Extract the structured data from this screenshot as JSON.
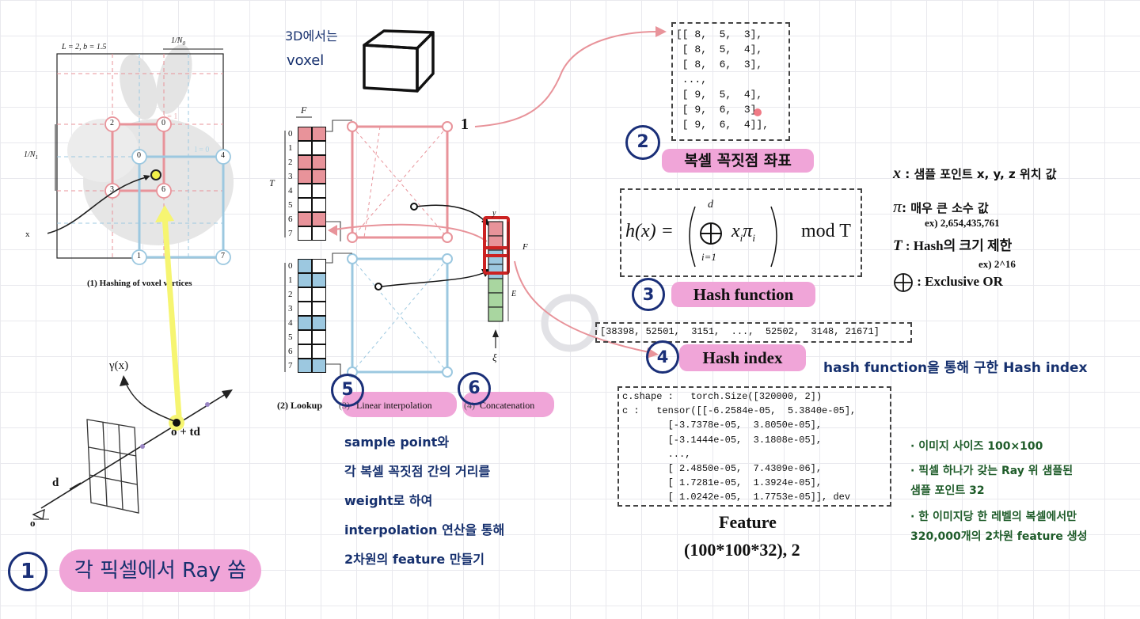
{
  "figure_left": {
    "params": "L = 2,  b = 1.5",
    "top_label": "1/N",
    "top_label_sub": "0",
    "side_label": "1/N",
    "side_label_sub": "1",
    "level1": "l = 1",
    "level0": "l = 0",
    "red_vertices": [
      "2",
      "0",
      "3",
      "6"
    ],
    "blue_vertices": [
      "0",
      "4",
      "1",
      "7"
    ],
    "point_x": "x",
    "caption": "(1) Hashing of voxel vertices"
  },
  "ray_figure": {
    "gamma": "γ(x)",
    "o_td": "o + td",
    "d": "d",
    "o": "o"
  },
  "table_figure": {
    "F": "F",
    "T": "T",
    "red_indices": [
      "0",
      "1",
      "2",
      "3",
      "4",
      "5",
      "6",
      "7"
    ],
    "blue_indices": [
      "0",
      "1",
      "2",
      "3",
      "4",
      "5",
      "6",
      "7"
    ],
    "one": "1",
    "y": "y",
    "F_right": "F",
    "E": "E",
    "xi": "ξ",
    "cap_lookup": "(2) Lookup",
    "cap_interp": "Linear interpolation",
    "cap_interp_prefix": "(3)",
    "cap_concat": "Concatenation",
    "cap_concat_prefix": "(4)"
  },
  "notes": {
    "voxel_3d": "3D에서는",
    "voxel_word": "voxel",
    "step1_num": "1",
    "step1": "각 픽셀에서 Ray 쏨",
    "step2_num": "2",
    "step2": "복셀 꼭짓점 좌표",
    "step3_num": "3",
    "step3": "Hash function",
    "step4_num": "4",
    "step4": "Hash index",
    "step4_note": "hash function을 통해 구한 Hash index",
    "step5_num": "5",
    "step6_num": "6",
    "step5_lines": [
      "sample point와",
      "각 복셀 꼭짓점 간의 거리를",
      "weight로 하여",
      "interpolation 연산을 통해",
      "2차원의 feature 만들기"
    ]
  },
  "coords_matrix": [
    "[[ 8,  5,  3],",
    " [ 8,  5,  4],",
    " [ 8,  6,  3],",
    " ...,",
    " [ 9,  5,  4],",
    " [ 9,  6,  3],",
    " [ 9,  6,  4]],"
  ],
  "hash_formula": {
    "lhs": "h(x) =",
    "sup": "d",
    "sub": "i=1",
    "term": "x",
    "term_sub": "i",
    "pi": "π",
    "pi_sub": "i",
    "mod": "mod T"
  },
  "legend": {
    "x_sym": "x",
    "x_text": " : 샘플 포인트 x, y, z 위치 값",
    "pi_sym": "π",
    "pi_text": ": 매우 큰 소수 값",
    "pi_ex": "ex) 2,654,435,761",
    "t_sym": "T",
    "t_text": " : Hash의 크기 제한",
    "t_ex": "ex) 2^16",
    "xor_text": ": Exclusive OR"
  },
  "hash_index_values": "[38398, 52501,  3151,  ...,  52502,  3148, 21671]",
  "feature_tensor": [
    "c.shape :   torch.Size([320000, 2])",
    "c :   tensor([[-6.2584e-05,  5.3840e-05],",
    "        [-3.7378e-05,  3.8050e-05],",
    "        [-3.1444e-05,  3.1808e-05],",
    "        ...,",
    "        [ 2.4850e-05,  7.4309e-06],",
    "        [ 1.7281e-05,  1.3924e-05],",
    "        [ 1.0242e-05,  1.7753e-05]], dev"
  ],
  "feature_title": "Feature",
  "feature_shape": "(100*100*32), 2",
  "green_notes": [
    "· 이미지 사이즈  100×100",
    "· 픽셀 하나가 갖는 Ray 위 샘플된",
    "  샘플 포인트 32",
    "· 한 이미지당 한 레벨의 복셀에서만",
    "  320,000개의 2차원 feature 생성"
  ],
  "colors": {
    "red": "#e8939a",
    "blue": "#9cc8e0",
    "green": "#a9d6a0",
    "highlight": "#f0a5d8",
    "ink": "#16306e"
  }
}
